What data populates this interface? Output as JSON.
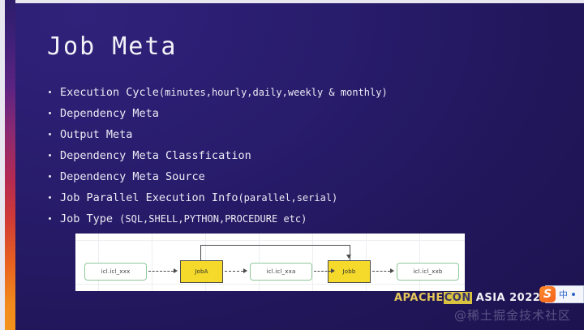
{
  "slide": {
    "title": "Job Meta",
    "bullets": [
      {
        "main": "Execution Cycle",
        "paren": "(minutes,hourly,daily,weekly & monthly)"
      },
      {
        "main": "Dependency Meta",
        "paren": ""
      },
      {
        "main": "Output Meta",
        "paren": ""
      },
      {
        "main": "Dependency Meta Classfication",
        "paren": ""
      },
      {
        "main": "Dependency Meta Source",
        "paren": ""
      },
      {
        "main": "Job Parallel Execution Info",
        "paren": "(parallel,serial)"
      },
      {
        "main": "Job Type ",
        "paren": "(SQL,SHELL,PYTHON,PROCEDURE etc)"
      }
    ]
  },
  "diagram": {
    "nodes": [
      {
        "id": "n1",
        "label": "icl.icl_xxx",
        "type": "table"
      },
      {
        "id": "n2",
        "label": "JobA",
        "type": "job"
      },
      {
        "id": "n3",
        "label": "icl.icl_xxa",
        "type": "table"
      },
      {
        "id": "n4",
        "label": "Jobb",
        "type": "job"
      },
      {
        "id": "n5",
        "label": "icl.icl_xxb",
        "type": "table"
      }
    ],
    "edges": [
      {
        "from": "n1",
        "to": "n2",
        "style": "dashed"
      },
      {
        "from": "n2",
        "to": "n3",
        "style": "dashed"
      },
      {
        "from": "n3",
        "to": "n4",
        "style": "dashed"
      },
      {
        "from": "n4",
        "to": "n5",
        "style": "dashed"
      },
      {
        "from": "n2",
        "to": "n4",
        "style": "solid-overhead"
      }
    ],
    "colors": {
      "job_fill": "#f5da2b",
      "table_border": "#8fc99a",
      "edge": "#4b4b4b",
      "canvas": "#ffffff"
    }
  },
  "footer": {
    "brand_prefix": "APACHE",
    "brand_highlight": "CON",
    "brand_suffix": " ASIA 2022",
    "watermark": "@稀土掘金技术社区"
  },
  "ime": {
    "logo_letter": "S",
    "mode": "中"
  },
  "theme": {
    "background": "#241a66",
    "text": "#eceaf4",
    "accent_top": "#3b1f76",
    "accent_mid": "#b32a52",
    "accent_bottom": "#f3931b",
    "brand_gold": "#e6c85a"
  }
}
